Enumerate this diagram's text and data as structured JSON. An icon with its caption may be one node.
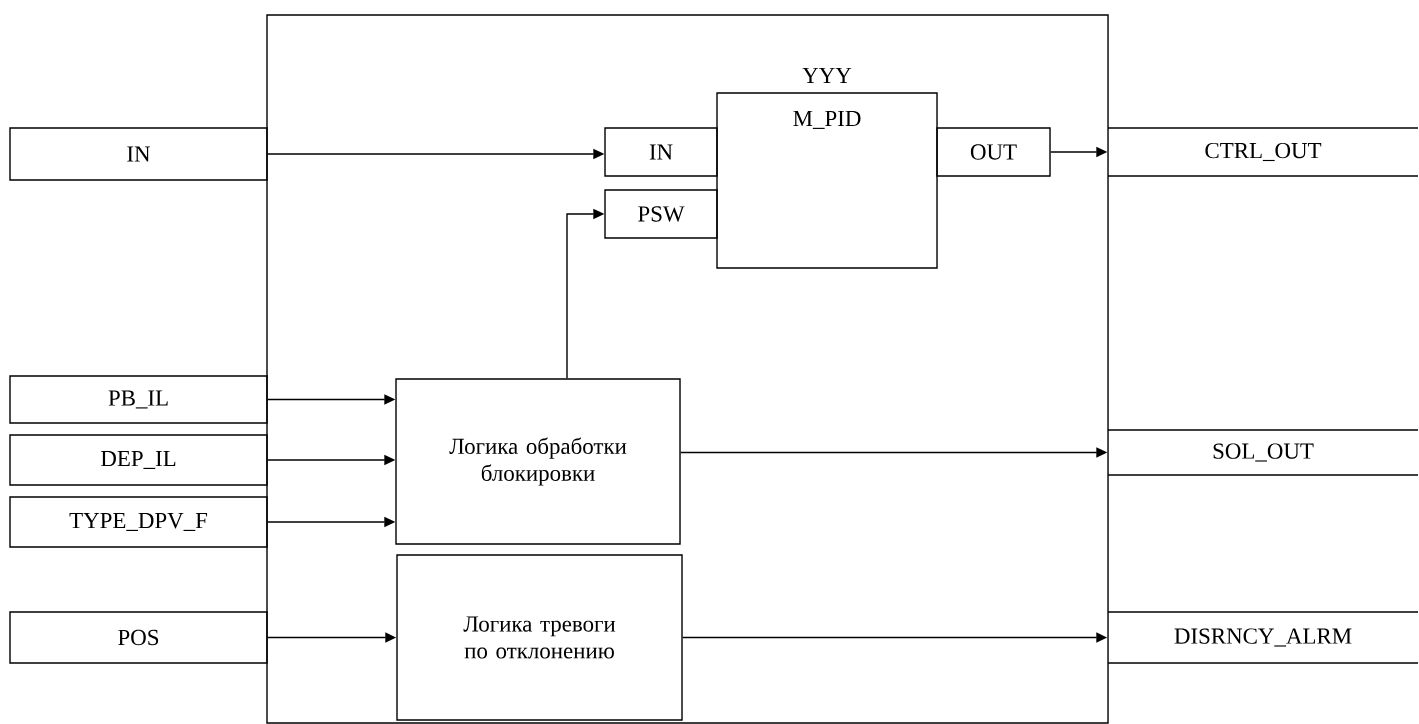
{
  "diagram": {
    "nodes": [
      {
        "text": [],
        "shape": "box"
      },
      {
        "text": [
          "IN"
        ]
      },
      {
        "text": [
          "PB_IL"
        ]
      },
      {
        "text": [
          "DEP_IL"
        ]
      },
      {
        "text": [
          "TYPE_DPV_F"
        ]
      },
      {
        "text": [
          "POS"
        ]
      },
      {
        "text": [
          "YYY",
          "M_PID"
        ],
        "in": 0
      },
      {
        "text": [
          "IN"
        ],
        "in": 0
      },
      {
        "text": [
          "PSW"
        ],
        "in": 0
      },
      {
        "text": [
          "OUT"
        ],
        "in": 0
      },
      {
        "text": [
          "Логика обработки блокировки"
        ],
        "in": 0
      },
      {
        "text": [
          "Логика тревоги по отклонению"
        ],
        "in": 0
      },
      {
        "text": [
          "CTRL_OUT"
        ]
      },
      {
        "text": [
          "SOL_OUT"
        ]
      },
      {
        "text": [
          "DISRNCY_ALRM"
        ]
      }
    ],
    "edges": [
      {
        "from": 1,
        "to": 7,
        "arrow": "to"
      },
      {
        "from": 2,
        "to": 10,
        "arrow": "to"
      },
      {
        "from": 3,
        "to": 10,
        "arrow": "to"
      },
      {
        "from": 4,
        "to": 10,
        "arrow": "to"
      },
      {
        "from": 5,
        "to": 11,
        "arrow": "to"
      },
      {
        "from": 10,
        "to": 8,
        "arrow": "to"
      },
      {
        "from": 9,
        "to": 12,
        "arrow": "to"
      },
      {
        "from": 10,
        "to": 13,
        "arrow": "to"
      },
      {
        "from": 11,
        "to": 14,
        "arrow": "to"
      }
    ]
  }
}
